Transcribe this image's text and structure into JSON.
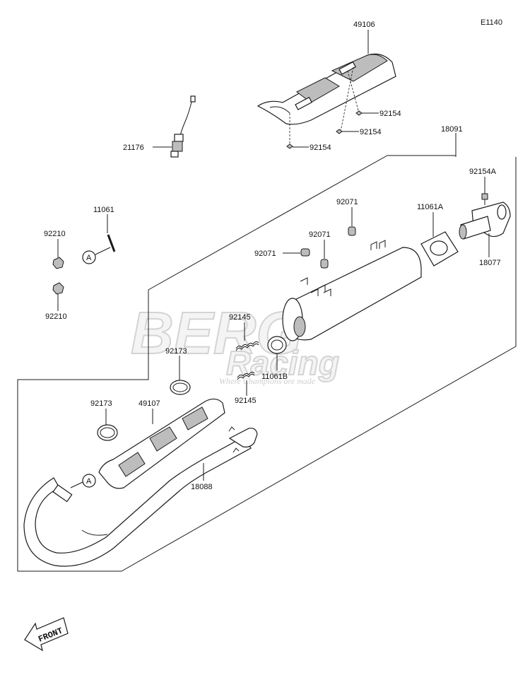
{
  "diagram_code": "E1140",
  "watermark": {
    "line1": "BERG",
    "line2": "Racing",
    "tagline": "Where Champions are made"
  },
  "front_label": "FRONT",
  "ref_marker": "A",
  "parts": {
    "heat_guard": "49106",
    "guard_bolt_a": "92154",
    "guard_bolt_b": "92154",
    "guard_bolt_c": "92154",
    "sensor": "21176",
    "muffler_assembly": "18091",
    "flange_bolt": "92154A",
    "gasket_flange": "11061A",
    "tail_pipe": "18077",
    "grommet_top": "92071",
    "grommet_mid": "92071",
    "grommet_left": "92071",
    "gasket_strip": "11061",
    "nut_top": "92210",
    "nut_bottom": "92210",
    "spring_top": "92145",
    "spring_bottom": "92145",
    "ring_gasket": "11061B",
    "clamp_upper": "92173",
    "clamp_lower": "92173",
    "pipe_guard": "49107",
    "exhaust_pipe": "18088"
  }
}
